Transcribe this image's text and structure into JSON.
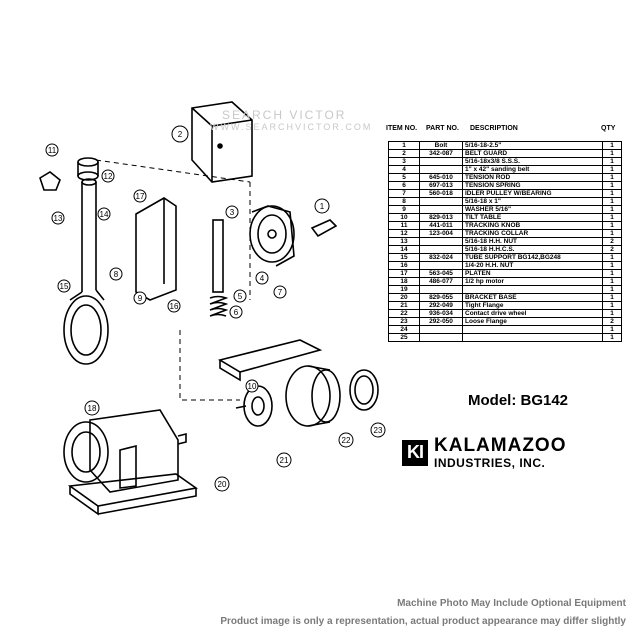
{
  "watermark": [
    "SEARCH VICTOR",
    "WWW.SEARCHVICTOR.COM"
  ],
  "table_header": {
    "item": "ITEM NO.",
    "part": "PART NO.",
    "desc": "DESCRIPTION",
    "qty": "QTY"
  },
  "parts": [
    {
      "no": "1",
      "part": "Bolt",
      "desc": "5/16-18-2.5\"",
      "qty": "1"
    },
    {
      "no": "2",
      "part": "342-087",
      "desc": "BELT GUARD",
      "qty": "1"
    },
    {
      "no": "3",
      "part": "",
      "desc": "5/16-18x3/8 S.S.S.",
      "qty": "1"
    },
    {
      "no": "4",
      "part": "",
      "desc": "       1\" x 42\"          sanding belt",
      "qty": "1"
    },
    {
      "no": "5",
      "part": "645-010",
      "desc": "TENSION ROD",
      "qty": "1"
    },
    {
      "no": "6",
      "part": "697-013",
      "desc": "TENSION SPRING",
      "qty": "1"
    },
    {
      "no": "7",
      "part": "560-018",
      "desc": "IDLER PULLEY W/BEARING",
      "qty": "1"
    },
    {
      "no": "8",
      "part": "",
      "desc": "5/16-18 x 1\"",
      "qty": "1"
    },
    {
      "no": "9",
      "part": "",
      "desc": "       WASHER  5/16\"",
      "qty": "1"
    },
    {
      "no": "10",
      "part": "829-013",
      "desc": "TILT TABLE",
      "qty": "1"
    },
    {
      "no": "11",
      "part": "441-011",
      "desc": "TRACKING KNOB",
      "qty": "1"
    },
    {
      "no": "12",
      "part": "123-004",
      "desc": "TRACKING COLLAR",
      "qty": "1"
    },
    {
      "no": "13",
      "part": "",
      "desc": "5/16-18 H.H. NUT",
      "qty": "2"
    },
    {
      "no": "14",
      "part": "",
      "desc": "5/16-18 H.H.C.S.",
      "qty": "2"
    },
    {
      "no": "15",
      "part": "832-024",
      "desc": "TUBE SUPPORT    BG142,BG248",
      "qty": "1"
    },
    {
      "no": "16",
      "part": "",
      "desc": "1/4-20 H.H. NUT",
      "qty": "1"
    },
    {
      "no": "17",
      "part": "563-045",
      "desc": "PLATEN",
      "qty": "1"
    },
    {
      "no": "18",
      "part": "486-077",
      "desc": "1/2 hp motor",
      "qty": "1"
    },
    {
      "no": "19",
      "part": "",
      "desc": "",
      "qty": "1"
    },
    {
      "no": "20",
      "part": "829-055",
      "desc": "BRACKET BASE",
      "qty": "1"
    },
    {
      "no": "21",
      "part": "292-049",
      "desc": " Tight Flange",
      "qty": "1"
    },
    {
      "no": "22",
      "part": "936-034",
      "desc": " Contact drive wheel",
      "qty": "1"
    },
    {
      "no": "23",
      "part": "292-050",
      "desc": "Loose Flange",
      "qty": "2"
    },
    {
      "no": "24",
      "part": "",
      "desc": "",
      "qty": "1"
    },
    {
      "no": "25",
      "part": "",
      "desc": "",
      "qty": "1"
    }
  ],
  "model": "Model: BG142",
  "brand": {
    "logo": "KI",
    "name": "KALAMAZOO",
    "sub": "INDUSTRIES, INC."
  },
  "callouts": [
    "1",
    "2",
    "3",
    "4",
    "5",
    "6",
    "7",
    "8",
    "9",
    "10",
    "11",
    "12",
    "13",
    "14",
    "15",
    "16",
    "17",
    "18",
    "20",
    "21",
    "22",
    "23"
  ],
  "captions": [
    "Machine Photo May Include Optional Equipment",
    "Product image is only a representation, actual product appearance may differ slightly"
  ]
}
